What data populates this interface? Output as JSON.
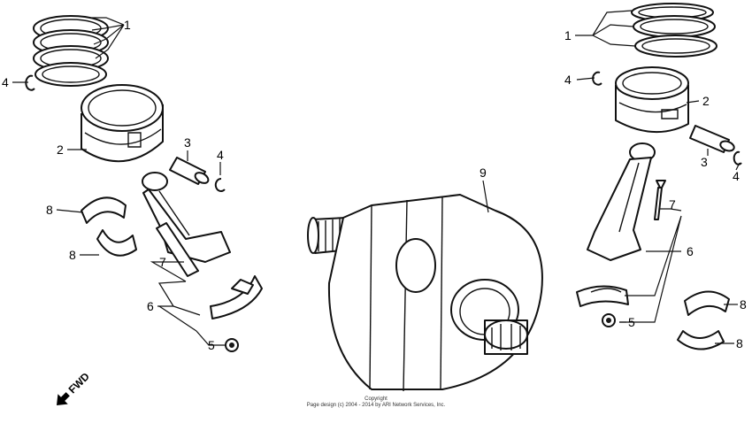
{
  "callouts": {
    "l_rings": "1",
    "l_clip_outer": "4",
    "l_piston": "2",
    "l_pin": "3",
    "l_clip_inner": "4",
    "l_bearing_upper": "8",
    "l_bearing_lower": "8",
    "l_bolt": "7",
    "l_rod": "6",
    "l_nut": "5",
    "crank": "9",
    "r_rings": "1",
    "r_clip_outer": "4",
    "r_piston": "2",
    "r_pin": "3",
    "r_clip_inner": "4",
    "r_bolt": "7",
    "r_rod": "6",
    "r_nut": "5",
    "r_bearing_upper": "8",
    "r_bearing_lower": "8"
  },
  "fwd_label": "FWD",
  "copyright_line1": "Copyright",
  "copyright_line2": "Page design (c) 2004 - 2014 by ARI Network Services, Inc."
}
